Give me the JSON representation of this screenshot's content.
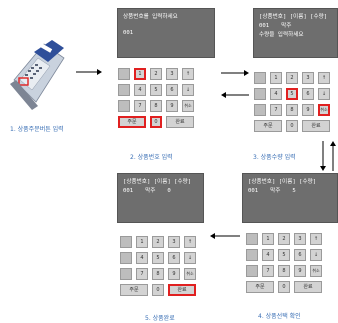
{
  "steps": [
    {
      "caption": "1. 상품주문버튼 입력"
    },
    {
      "caption": "2. 상품번호 입력"
    },
    {
      "caption": "3. 상품수량 입력"
    },
    {
      "caption": "4. 상품선택 확인"
    },
    {
      "caption": "5. 상품완료"
    }
  ],
  "screens": {
    "s2": {
      "l1": "상품번호를 입력하세요",
      "l2": "001"
    },
    "s3": {
      "l1": "[상품번호] [이름] [수량]",
      "c1": "001",
      "c2": "막주",
      "l3": "수량을 입력하세요"
    },
    "s4": {
      "l1": "[상품번호] [이름] [수량]",
      "c1": "001",
      "c2": "막주",
      "c3": "5"
    },
    "s5": {
      "l1": "[상품번호] [이름] [수량]",
      "c1": "001",
      "c2": "막주",
      "c3": "0"
    }
  },
  "keys": {
    "k1": "1",
    "k2": "2",
    "k3": "3",
    "up": "↑",
    "k4": "4",
    "k5": "5",
    "k6": "6",
    "down": "↓",
    "k7": "7",
    "k8": "8",
    "k9": "9",
    "cancel": "취소",
    "order": "주문",
    "k0": "0",
    "done": "완료"
  },
  "colors": {
    "highlight": "#e02020",
    "caption": "#3a6fb5",
    "screen": "#6e6e6e"
  }
}
